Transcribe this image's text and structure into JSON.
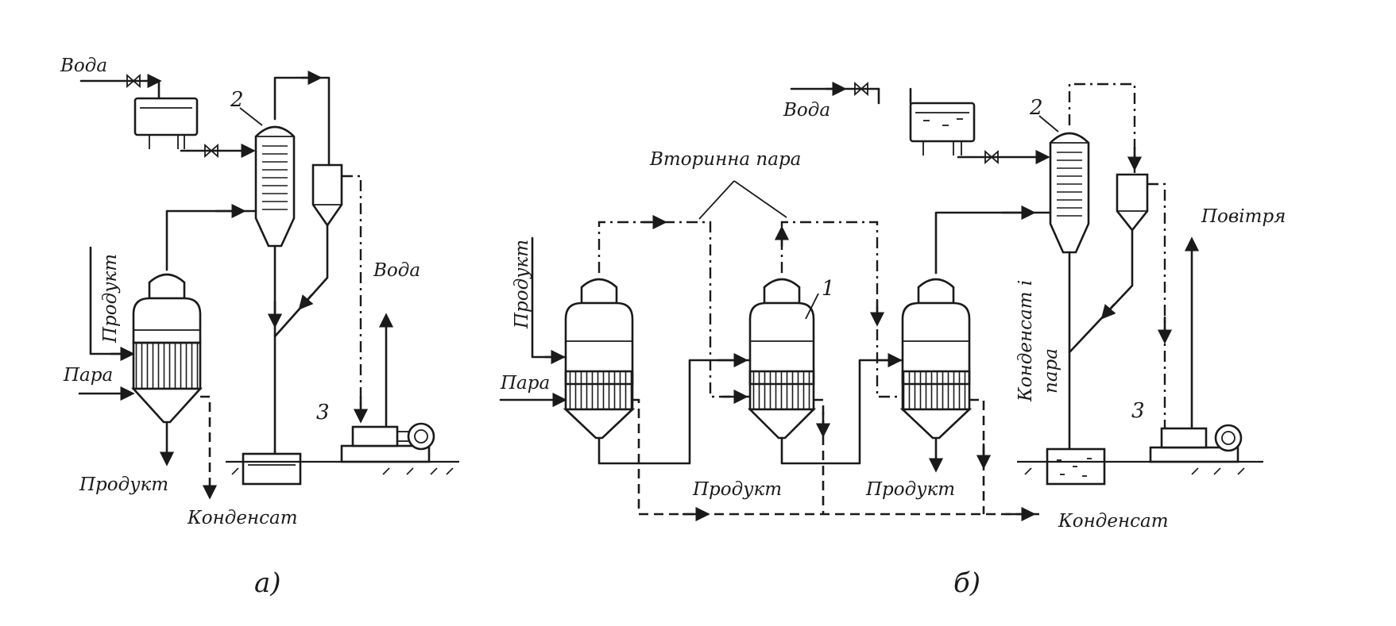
{
  "scheme_a": {
    "voda_in": "Вода",
    "para": "Пара",
    "produkt_in": "Продукт",
    "produkt_out": "Продукт",
    "kondensat": "Конденсат",
    "voda_out": "Вода",
    "num_condenser": "2",
    "num_pump": "3",
    "caption": "а)"
  },
  "scheme_b": {
    "voda_in": "Вода",
    "vtorynna_para": "Вторинна пара",
    "produkt_in": "Продукт",
    "para": "Пара",
    "num_evaporator": "1",
    "num_condenser": "2",
    "num_pump": "3",
    "produkt_out_1": "Продукт",
    "produkt_out_2": "Продукт",
    "kondensat": "Конденсат",
    "kondensat_i_para_1": "Конденсат і",
    "kondensat_i_para_2": "пара",
    "povitria": "Повітря",
    "caption": "б)"
  }
}
